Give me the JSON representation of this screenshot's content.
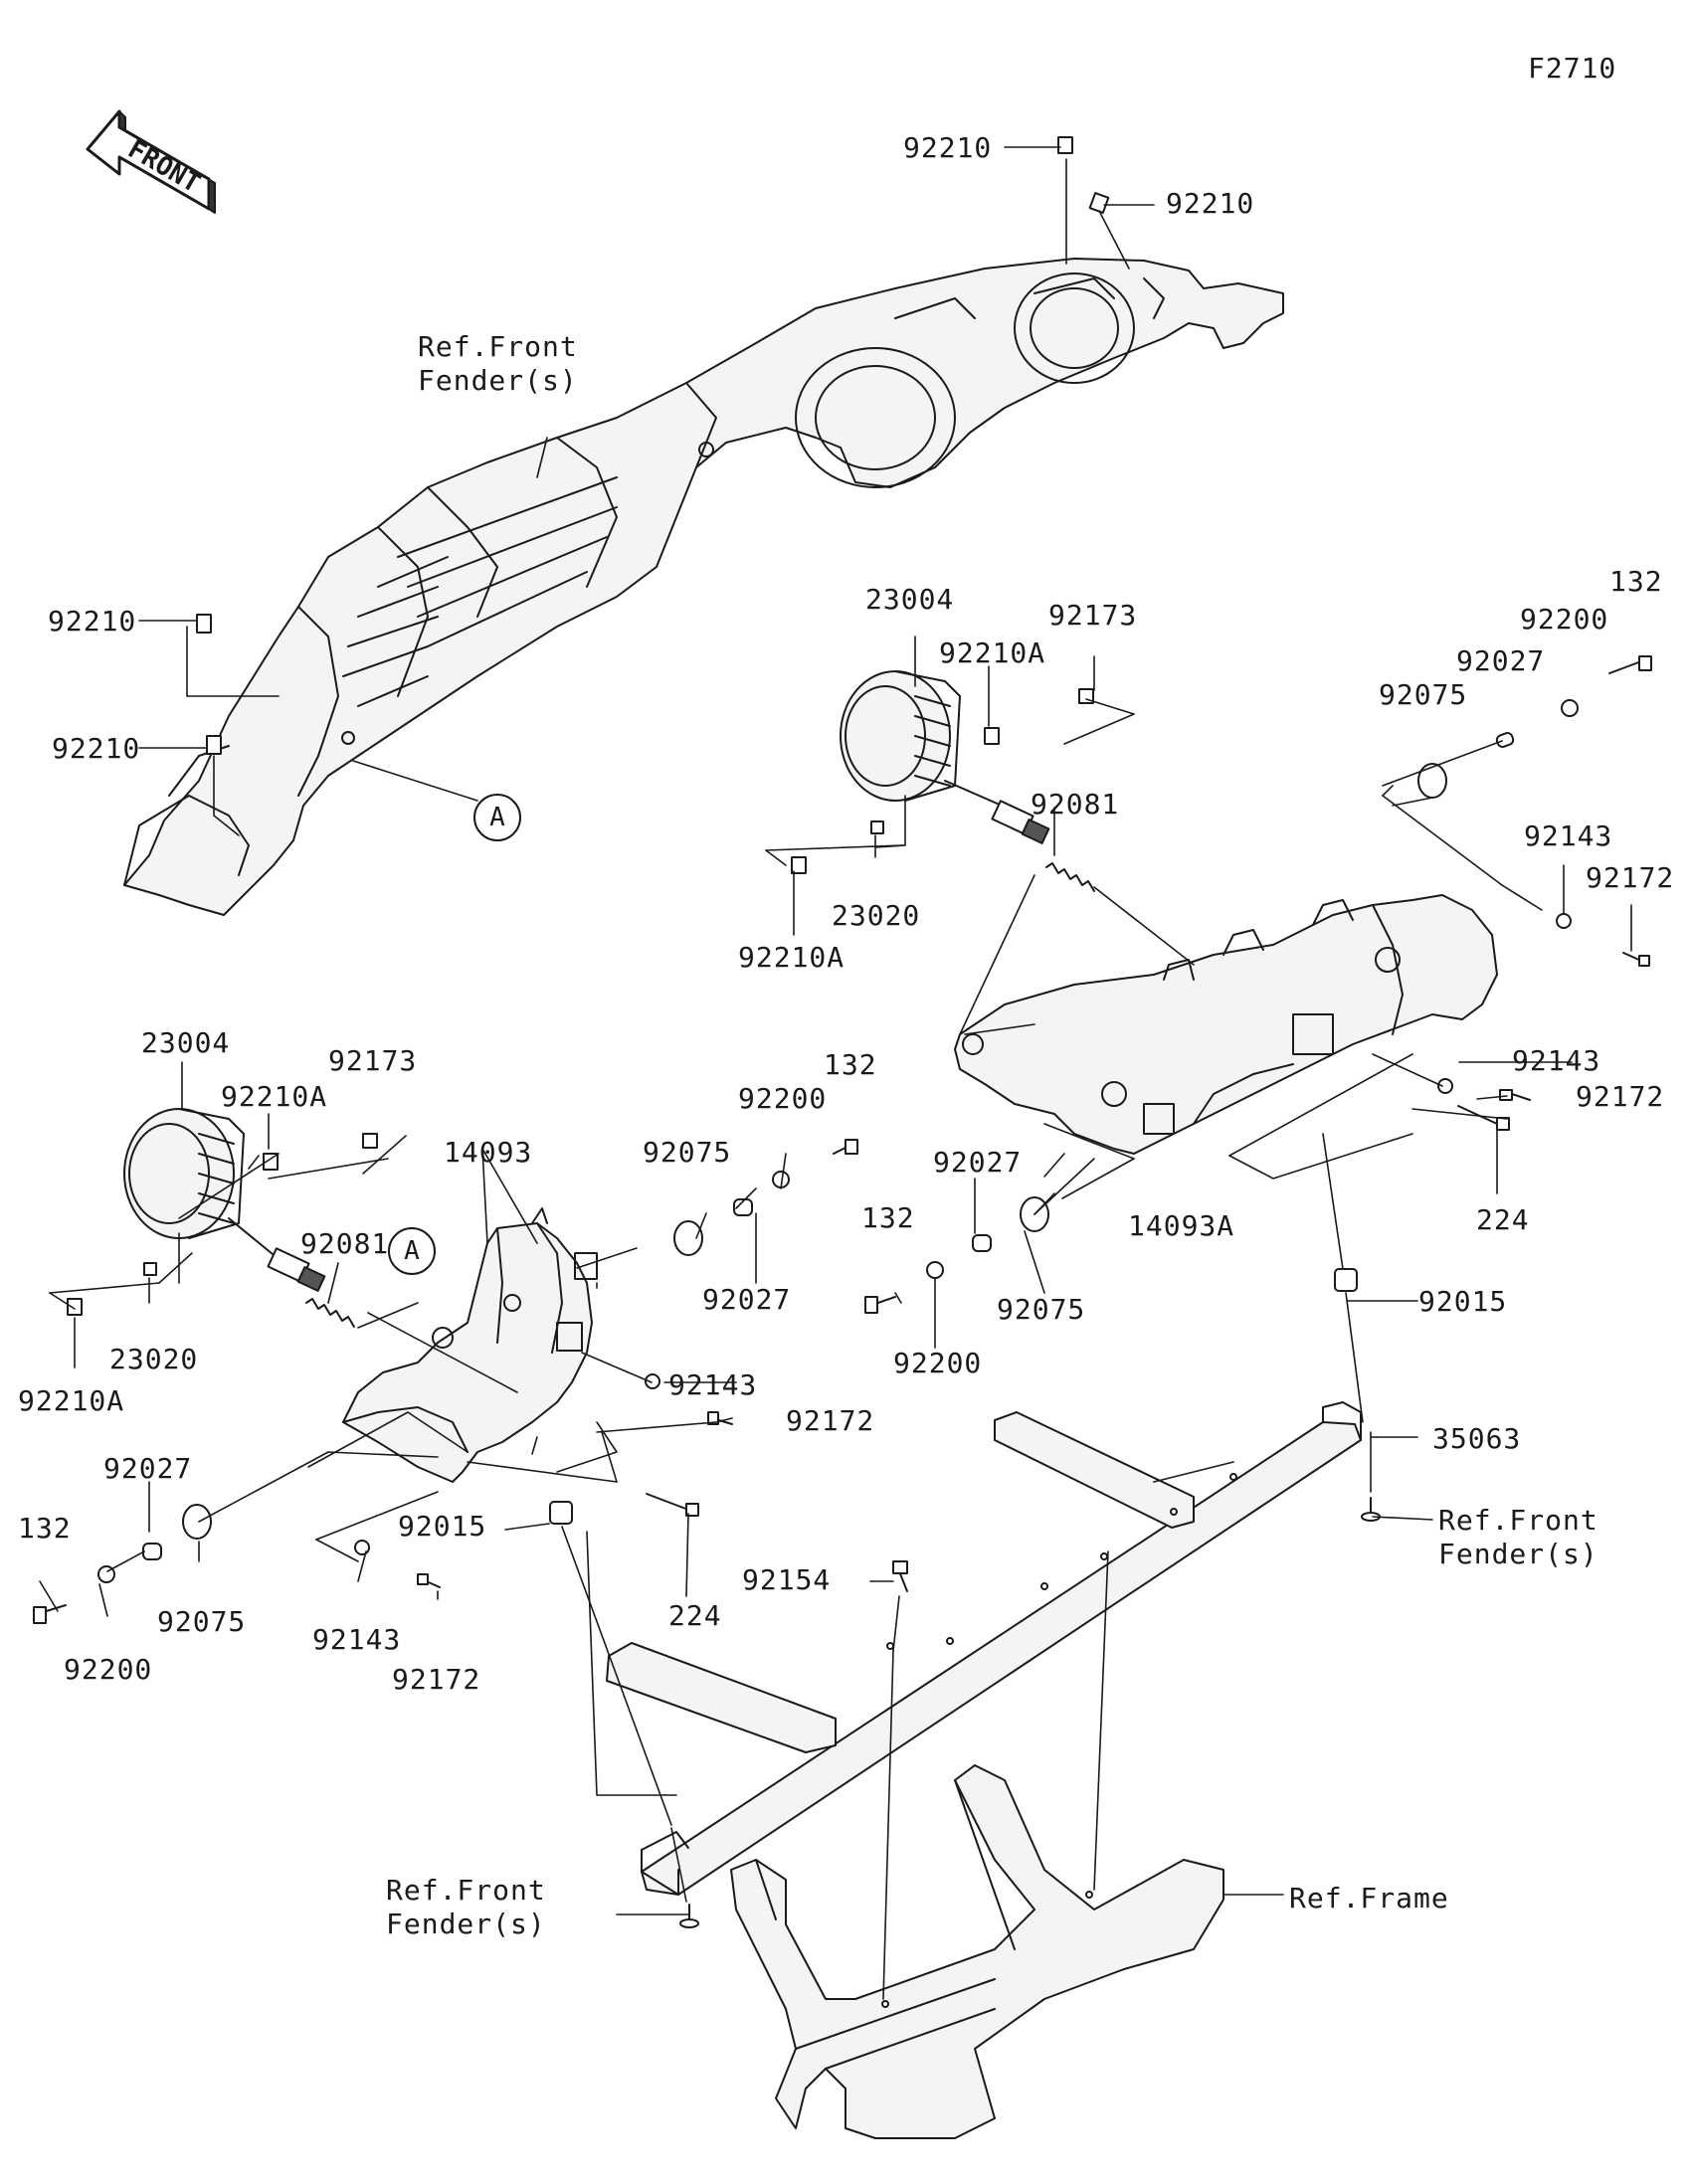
{
  "figure_code": "F2710",
  "front_arrow_text": "FRONT",
  "ref_labels": {
    "fender_top": "Ref.Front\nFender(s)",
    "fender_right": "Ref.Front\nFender(s)",
    "fender_bottom": "Ref.Front\nFender(s)",
    "frame": "Ref.Frame"
  },
  "callout_letter": "A",
  "part_labels": {
    "p92210_a": "92210",
    "p92210_b": "92210",
    "p92210_c": "92210",
    "p92210_d": "92210",
    "p23004_r": "23004",
    "p92210A_r1": "92210A",
    "p92173_r": "92173",
    "p92081_r": "92081",
    "p23020_r": "23020",
    "p92210A_r2": "92210A",
    "p132_r": "132",
    "p92200_r": "92200",
    "p92027_r": "92027",
    "p92075_r": "92075",
    "p92143_r1": "92143",
    "p92172_r1": "92172",
    "p92143_r2": "92143",
    "p92172_r2": "92172",
    "p224_r": "224",
    "p14093A": "14093A",
    "p92027_m": "92027",
    "p132_m": "132",
    "p92075_m": "92075",
    "p92200_m": "92200",
    "p92015_r": "92015",
    "p35063": "35063",
    "p23004_l": "23004",
    "p92210A_l1": "92210A",
    "p92173_l": "92173",
    "p14093": "14093",
    "p92081_l": "92081",
    "p23020_l": "23020",
    "p92210A_l2": "92210A",
    "p92075_l": "92075",
    "p92200_l": "92200",
    "p132_l": "132",
    "p92027_l": "92027",
    "p92143_l1": "92143",
    "p92172_l1": "92172",
    "p92027_ll": "92027",
    "p132_ll": "132",
    "p92075_ll": "92075",
    "p92200_ll": "92200",
    "p92015_l": "92015",
    "p224_l": "224",
    "p92143_l2": "92143",
    "p92172_l2": "92172",
    "p92154": "92154"
  }
}
